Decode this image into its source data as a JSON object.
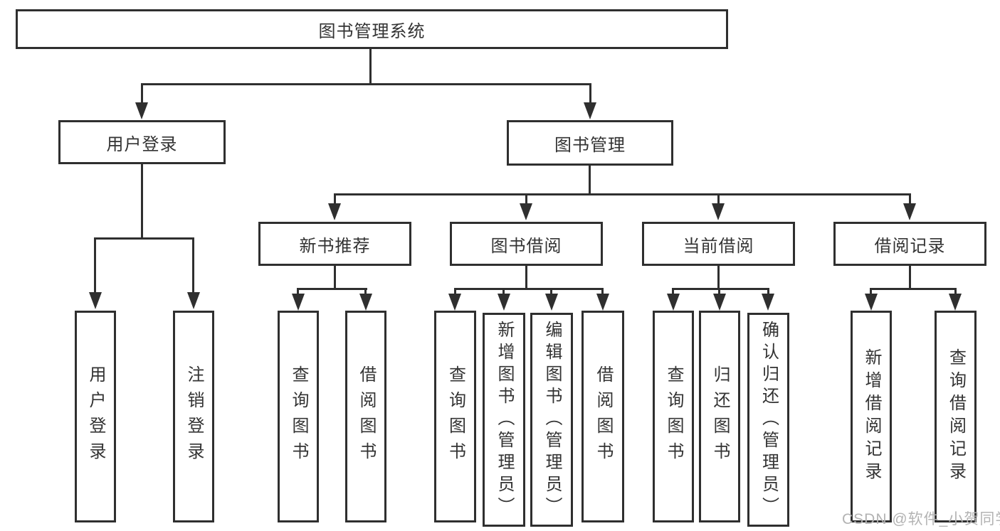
{
  "tree": {
    "root": {
      "label": "图书管理系统"
    },
    "branches": [
      {
        "label": "用户登录",
        "children": [
          {
            "label": "用户登录"
          },
          {
            "label": "注销登录"
          }
        ]
      },
      {
        "label": "图书管理",
        "children": [
          {
            "label": "新书推荐",
            "children": [
              {
                "label": "查询图书"
              },
              {
                "label": "借阅图书"
              }
            ]
          },
          {
            "label": "图书借阅",
            "children": [
              {
                "label": "查询图书"
              },
              {
                "label": "新增图书（管理员）"
              },
              {
                "label": "编辑图书（管理员）"
              },
              {
                "label": "借阅图书"
              }
            ]
          },
          {
            "label": "当前借阅",
            "children": [
              {
                "label": "查询图书"
              },
              {
                "label": "归还图书"
              },
              {
                "label": "确认归还（管理员）"
              }
            ]
          },
          {
            "label": "借阅记录",
            "children": [
              {
                "label": "新增借阅记录"
              },
              {
                "label": "查询借阅记录"
              }
            ]
          }
        ]
      }
    ]
  },
  "watermark": "CSDN @软件_小贺同学",
  "colors": {
    "line": "#2f2f2f",
    "text": "#333333",
    "watermark": "#b3b3b3",
    "background": "#ffffff"
  }
}
